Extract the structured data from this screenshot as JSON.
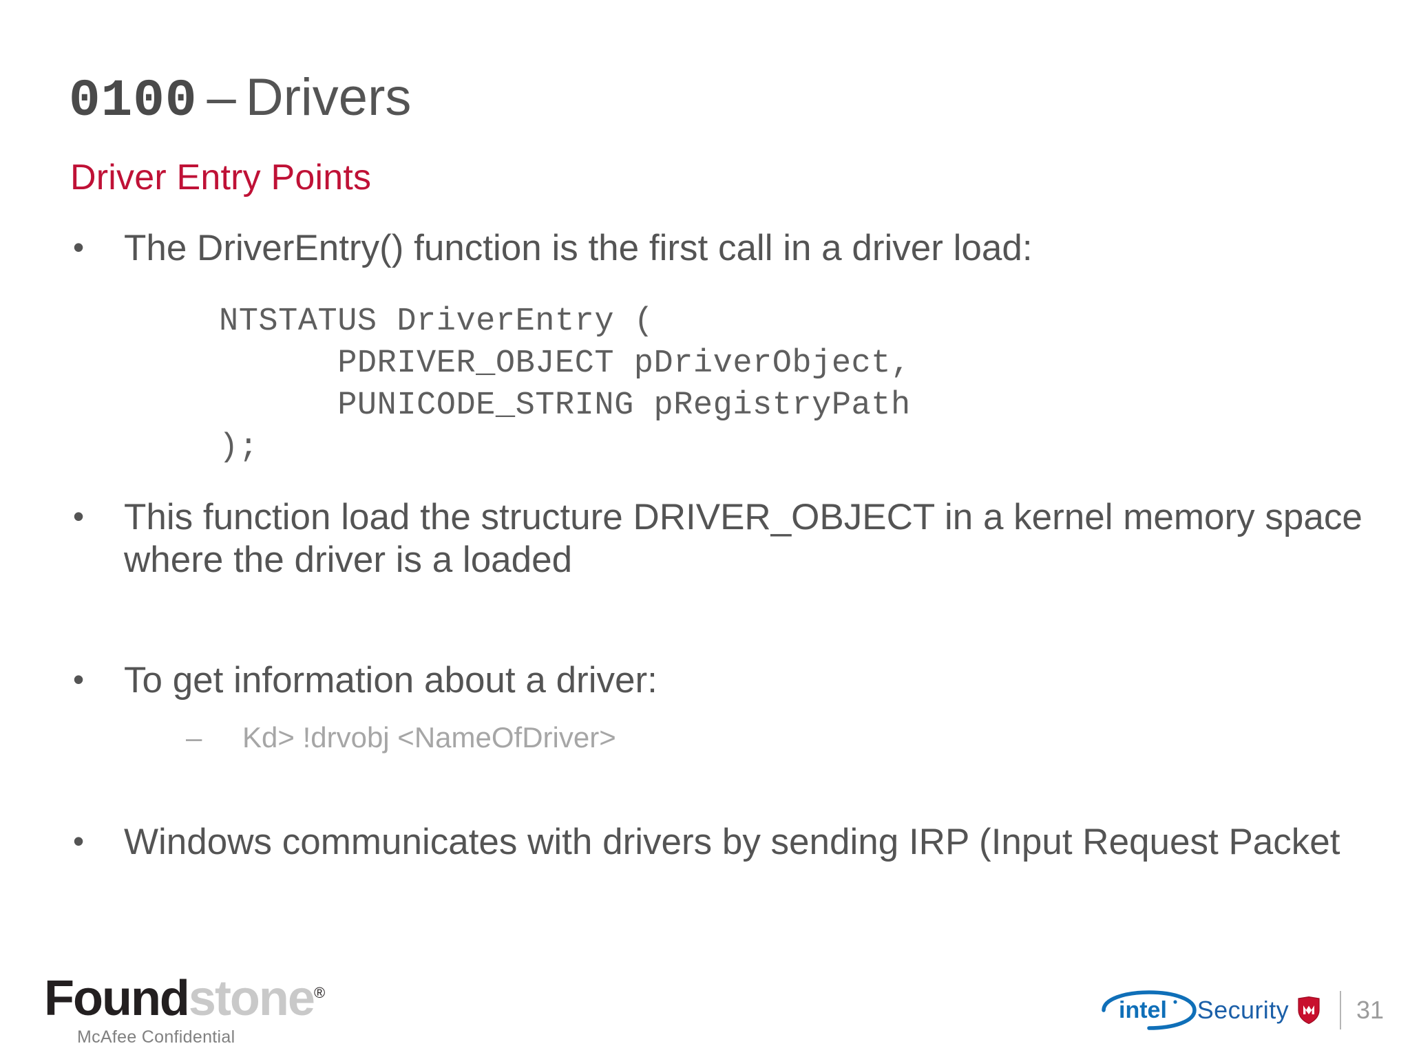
{
  "slide": {
    "title_code": "0100",
    "title_dash": "–",
    "title_text": "Drivers",
    "subtitle": "Driver Entry Points",
    "accent_color": "#bf1136",
    "body_color": "#545454",
    "background_color": "#ffffff"
  },
  "content": {
    "bullet_marker": "•",
    "subbullet_marker": "–",
    "bullets": [
      {
        "text": "The DriverEntry() function is the first call in a driver load:"
      },
      {
        "text": "This function load the structure DRIVER_OBJECT in a kernel memory space where the driver is a loaded"
      },
      {
        "text": "To get information about a driver:"
      },
      {
        "text": "Windows communicates with drivers by sending IRP (Input Request Packet"
      }
    ],
    "code_block": "NTSTATUS DriverEntry (\n      PDRIVER_OBJECT pDriverObject,\n      PUNICODE_STRING pRegistryPath\n);",
    "subbullets": [
      {
        "text": "Kd> !drvobj <NameOfDriver>"
      }
    ]
  },
  "footer": {
    "logo_found": "Found",
    "logo_stone": "stone",
    "logo_registered": "®",
    "confidential": "McAfee Confidential",
    "intel_word": "intel",
    "security_word": "Security",
    "page_number": "31",
    "intel_blue": "#0f6fb8",
    "mcafee_red": "#c8102e"
  }
}
